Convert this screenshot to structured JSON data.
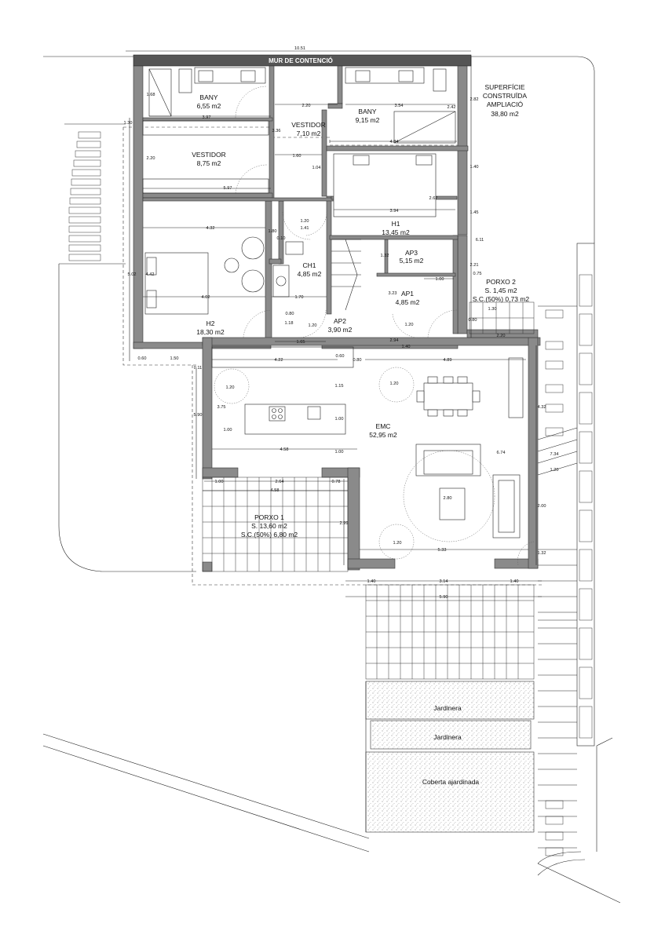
{
  "title": "MUR DE CONTENCIÓ",
  "superficie": {
    "line1": "SUPERFÍCIE",
    "line2": "CONSTRUÏDA",
    "line3": "AMPLIACIÓ",
    "value": "38,80 m2"
  },
  "rooms": {
    "bany1": {
      "name": "BANY",
      "area": "6,55 m2"
    },
    "bany2": {
      "name": "BANY",
      "area": "9,15 m2"
    },
    "vestidor1": {
      "name": "VESTIDOR",
      "area": "7,10 m2"
    },
    "vestidor2": {
      "name": "VESTIDOR",
      "area": "8,75 m2"
    },
    "h1": {
      "name": "H1",
      "area": "13,45 m2"
    },
    "h2": {
      "name": "H2",
      "area": "18,30 m2"
    },
    "ch1": {
      "name": "CH1",
      "area": "4,85 m2"
    },
    "ap1": {
      "name": "AP1",
      "area": "4,85 m2"
    },
    "ap2": {
      "name": "AP2",
      "area": "3,90 m2"
    },
    "ap3": {
      "name": "AP3",
      "area": "5,15 m2"
    },
    "emc": {
      "name": "EMC",
      "area": "52,95 m2"
    },
    "porxo1": {
      "name": "PORXO 1",
      "s": "S.     13,60 m2",
      "sc": "S.C.(50%) 6,80 m2"
    },
    "porxo2": {
      "name": "PORXO 2",
      "s": "S.     1,45 m2",
      "sc": "S.C.(50%) 0,73 m2"
    }
  },
  "garden": {
    "jardinera1": "Jardinera",
    "jardinera2": "Jardinera",
    "coberta": "Coberta ajardinada"
  },
  "dims": {
    "d1051": "10.51",
    "d397": "3.97",
    "d220a": "2.20",
    "d354": "3.54",
    "d242": "2.42",
    "d282": "2.82",
    "d168": "1.68",
    "d130": "1.30",
    "d336": "3.36",
    "d597": "5.97",
    "d220b": "2.20",
    "d160": "1.60",
    "d104": "1.04",
    "d484": "4.84",
    "d140a": "1.40",
    "d394": "3.94",
    "d267": "2.67",
    "d145": "1.45",
    "d611": "6.11",
    "d432": "4.32",
    "d120a": "1.20",
    "d141": "1.41",
    "d180": "1.80",
    "d010": "0.10",
    "d132": "1.32",
    "d221": "2.21",
    "d075": "0.75",
    "d100a": "1.00",
    "d502": "5.02",
    "d442": "4.42",
    "d402": "4.02",
    "d170": "1.70",
    "d323": "3.23",
    "d080a": "0.80",
    "d118": "1.18",
    "d120b": "1.20",
    "d165": "1.65",
    "d294": "2.94",
    "d140b": "1.40",
    "d120c": "1.20",
    "d080b": "0.80",
    "d130b": "1.30",
    "d220c": "2.20",
    "d060a": "0.60",
    "d150": "1.50",
    "d011": "0.11",
    "d422": "4.22",
    "d060b": "0.60",
    "d080c": "0.80",
    "d489": "4.89",
    "d120d": "1.20",
    "d115": "1.15",
    "d120e": "1.20",
    "d375": "3.75",
    "d590a": "5.90",
    "d100b": "1.00",
    "d100c": "1.00",
    "d458a": "4.58",
    "d100d": "1.00",
    "d674": "6.74",
    "d432b": "4.32",
    "d734": "7.34",
    "d120f": "1.20",
    "d280": "2.80",
    "d200": "2.00",
    "d100e": "1.00",
    "d264": "2.64",
    "d078": "0.78",
    "d458b": "4.58",
    "d299": "2.99",
    "d120g": "1.20",
    "d533": "5.33",
    "d132b": "1.32",
    "d140c": "1.40",
    "d314": "3.14",
    "d140d": "1.40",
    "d590b": "5.90"
  },
  "colors": {
    "wall": "#8a8a8a",
    "hatch": "#444444",
    "title_band": "#555555"
  }
}
